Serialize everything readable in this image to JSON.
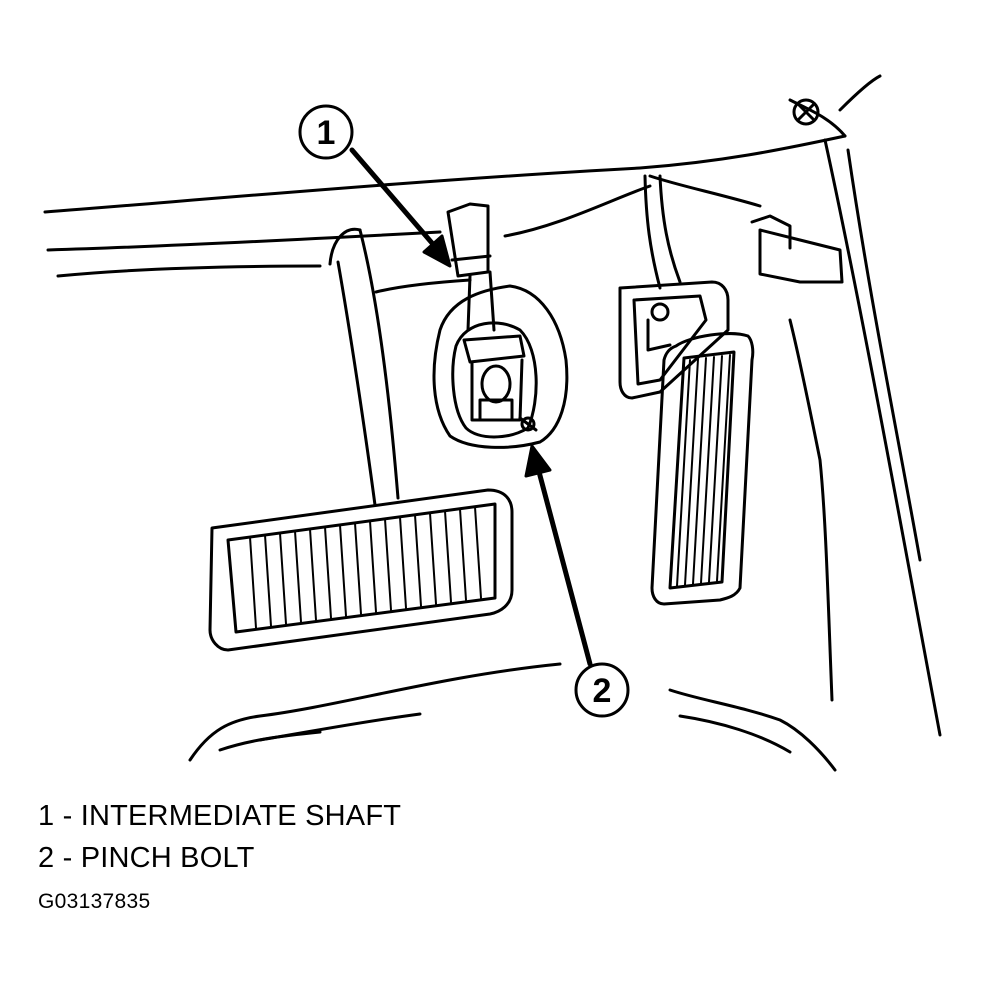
{
  "callouts": [
    {
      "number": "1",
      "target": "intermediate-shaft"
    },
    {
      "number": "2",
      "target": "pinch-bolt"
    }
  ],
  "legend": [
    {
      "text": "1 - INTERMEDIATE SHAFT"
    },
    {
      "text": "2 - PINCH BOLT"
    }
  ],
  "figure_id": "G03137835"
}
